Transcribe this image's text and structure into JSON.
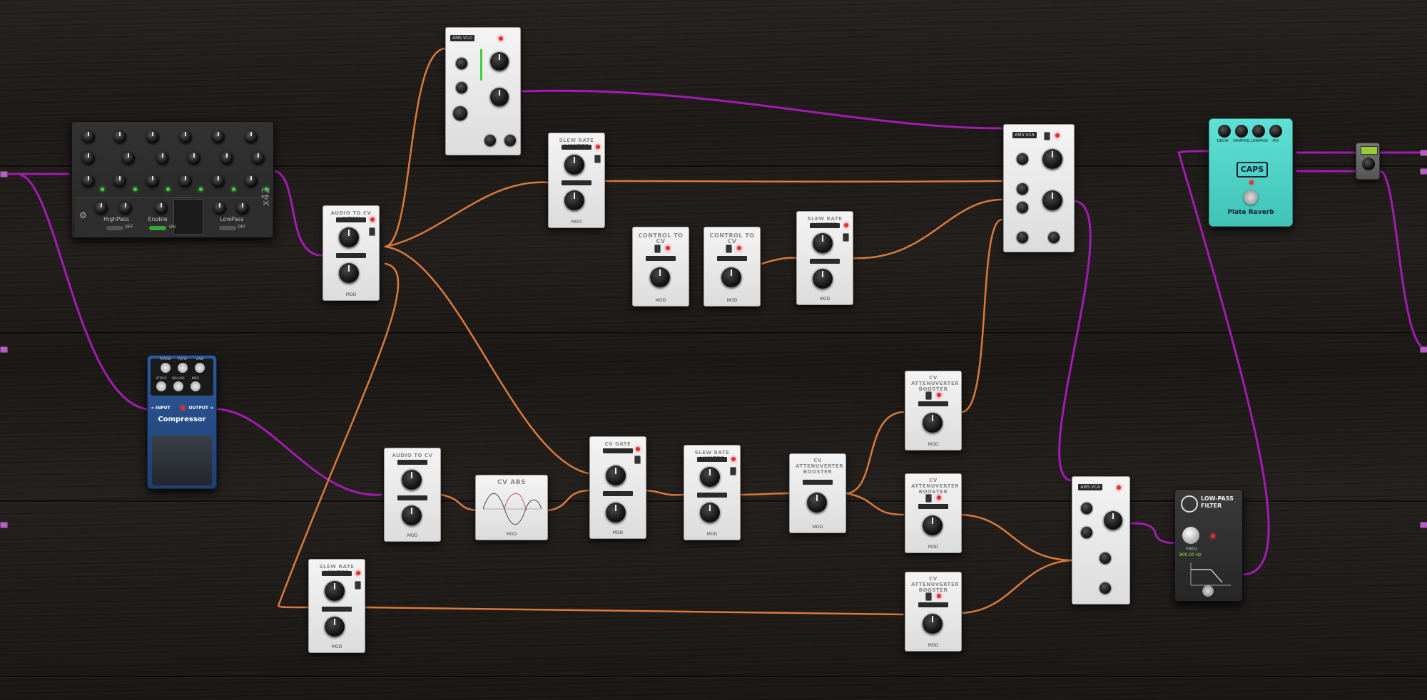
{
  "colors": {
    "audio_cable": "#a21caf",
    "cv_cable": "#d97a3a",
    "caps_body": "#4fd6c9",
    "compressor_body": "#24487f"
  },
  "pedals": {
    "amp_top": {
      "title": "AMS VCO"
    },
    "amp_right": {
      "title": "AMS VCA"
    },
    "amp_bottom": {
      "title": "AMS VCA"
    },
    "mixer": {
      "side_label": "x42",
      "highpass": "HighPass",
      "enable": "Enable",
      "lowpass": "LowPass",
      "sw_off": "OFF",
      "sw_on": "ON"
    },
    "audio_to_cv_pitch": {
      "title": "AUDIO TO CV PITCH",
      "brand": "MOD"
    },
    "slew_rate_limiter_top": {
      "title": "SLEW RATE LIMITER",
      "brand": "MOD"
    },
    "slew_rate_limiter_mid": {
      "title": "SLEW RATE LIMITER",
      "brand": "MOD"
    },
    "slew_rate_limiter_low": {
      "title": "SLEW RATE LIMITER",
      "brand": "MOD"
    },
    "slew_rate_limiter_bottom": {
      "title": "SLEW RATE LIMITER",
      "brand": "MOD"
    },
    "control_to_cv_1": {
      "title": "CONTROL TO CV",
      "brand": "MOD"
    },
    "control_to_cv_2": {
      "title": "CONTROL TO CV",
      "brand": "MOD"
    },
    "audio_to_cv": {
      "title": "AUDIO TO CV",
      "brand": "MOD"
    },
    "cv_abs": {
      "title": "CV ABS",
      "brand": "MOD"
    },
    "cv_gate": {
      "title": "CV GATE",
      "brand": "MOD"
    },
    "cv_attenuverter_1": {
      "title": "CV ATTENUVERTER BOOSTER",
      "brand": "MOD"
    },
    "cv_attenuverter_2": {
      "title": "CV ATTENUVERTER BOOSTER",
      "brand": "MOD"
    },
    "cv_attenuverter_3": {
      "title": "CV ATTENUVERTER BOOSTER",
      "brand": "MOD"
    },
    "cv_attenuverter_4": {
      "title": "CV ATTENUVERTER BOOSTER",
      "brand": "MOD"
    },
    "compressor": {
      "input": "INPUT",
      "output": "OUTPUT",
      "name": "Compressor",
      "knobs_top": [
        "THRESH",
        "RATIO",
        "GAIN"
      ],
      "knobs_bottom": [
        "ATTACK",
        "RELEASE",
        "KNEE"
      ]
    },
    "plate_reverb": {
      "knob_labels": [
        "DECAY",
        "DAMPING",
        "LOWPASS",
        "MIX"
      ],
      "logo": "CAPS",
      "name": "Plate Reverb"
    },
    "low_pass_filter": {
      "title_line1": "LOW-PASS",
      "title_line2": "FILTER",
      "knob_label": "FREQ",
      "readout": "800.00 Hz"
    }
  }
}
